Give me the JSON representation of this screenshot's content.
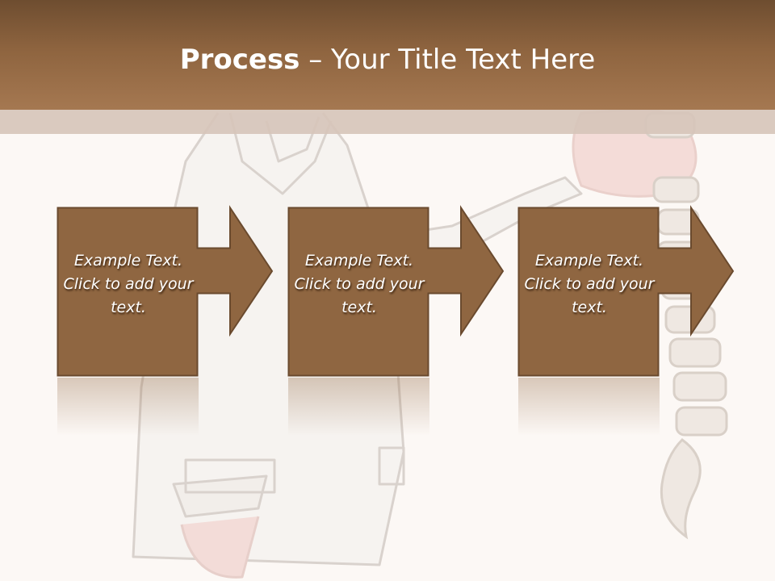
{
  "title": {
    "bold": "Process",
    "rest": " – Your Title Text Here"
  },
  "steps": [
    {
      "text": "Example Text. Click  to add your text."
    },
    {
      "text": "Example Text. Click  to add your text."
    },
    {
      "text": "Example Text. Click  to add your text."
    }
  ],
  "colors": {
    "header_top": "#6e4d30",
    "header_bottom": "#a57851",
    "header_band": "#d6c4b9",
    "box_fill": "#8f6641",
    "box_stroke": "#6a4a2e",
    "background": "#fcf8f5"
  },
  "icons": {
    "step_connector": "arrow-right-icon",
    "background": "doctor-with-spine-illustration"
  }
}
